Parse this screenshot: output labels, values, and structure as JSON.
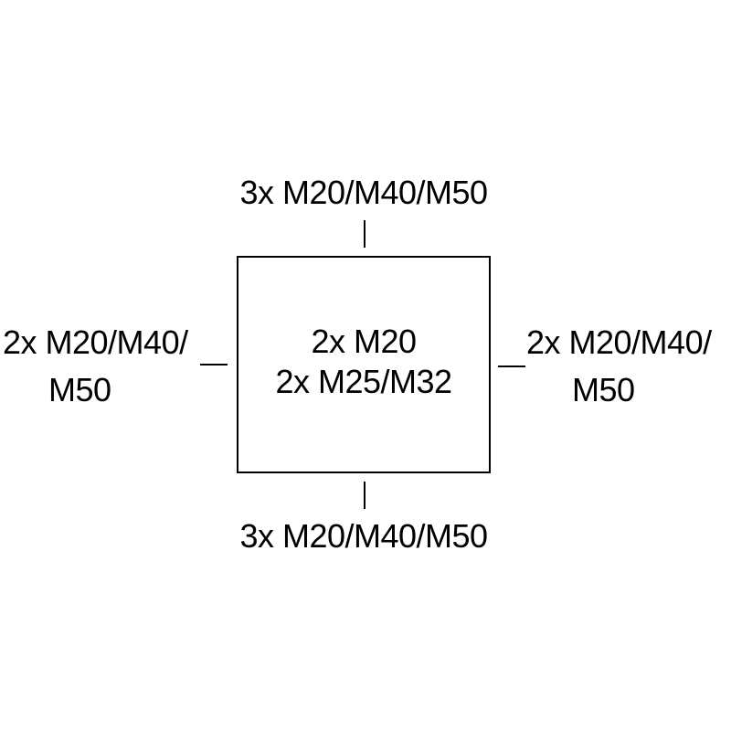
{
  "top_label": "3x M20/M40/M50",
  "bottom_label": "3x M20/M40/M50",
  "center": {
    "line1": "2x M20",
    "line2": "2x M25/M32"
  },
  "left": {
    "line1": "2x M20/M40/",
    "line2": "M50"
  },
  "right": {
    "line1": "2x M20/M40/",
    "line2": "M50"
  }
}
